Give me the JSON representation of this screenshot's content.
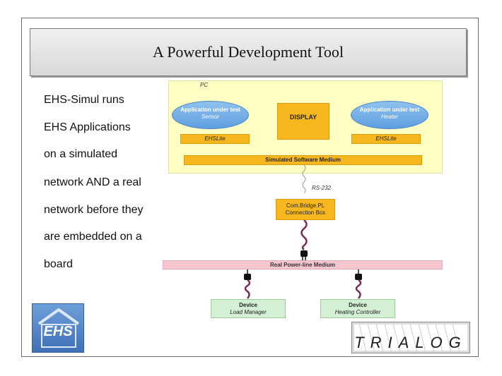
{
  "slide": {
    "title": "A Powerful Development Tool",
    "body_lines": [
      "EHS-Simul runs",
      "EHS Applications",
      "on a simulated",
      "network AND a real",
      "network before they",
      "are embedded on a",
      "board"
    ]
  },
  "diagram": {
    "pc_label": "PC",
    "app_left": {
      "line1": "Application under test",
      "line2": "Sensor"
    },
    "display": "DISPLAY",
    "app_right": {
      "line1": "Application under test",
      "line2": "Heater"
    },
    "ehslite_left": "EHSLite",
    "ehslite_right": "EHSLite",
    "sim_medium": "Simulated Software Medium",
    "rs232": "RS-232",
    "box_line1": "Com.Bridge.PL",
    "box_line2": "Connection Box",
    "powerline": "Real Power-line Medium",
    "device_left": {
      "line1": "Device",
      "line2": "Load Manager"
    },
    "device_right": {
      "line1": "Device",
      "line2": "Heating Controller"
    }
  },
  "logos": {
    "ehs": "EHS",
    "trialog": "TRIALOG"
  },
  "colors": {
    "pc_fill": "#ffffc4",
    "orange": "#f6b81e",
    "app_blue": "#6aa8e6",
    "powerline": "#f6c6cf",
    "device_green": "#d4f0d4",
    "cable_purple": "#7a2a5a"
  }
}
